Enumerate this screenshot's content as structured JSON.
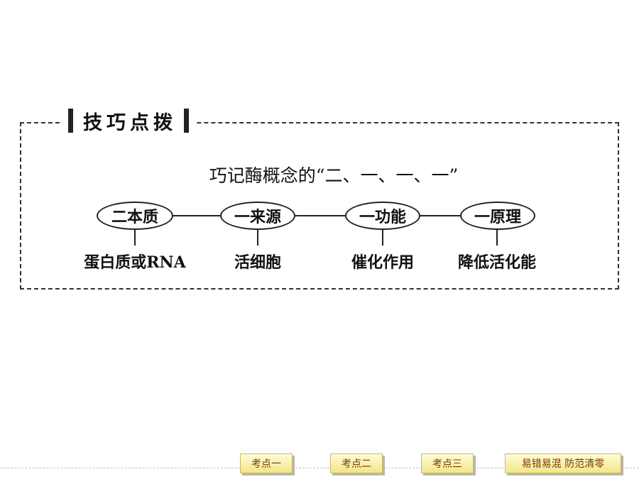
{
  "section_title": "技巧点拨",
  "heading": {
    "main": "巧记酶概念的“二、一、一、一”"
  },
  "concepts": [
    {
      "label": "二本质",
      "value": "蛋白质或RNA"
    },
    {
      "label": "一来源",
      "value": "活细胞"
    },
    {
      "label": "一功能",
      "value": "催化作用"
    },
    {
      "label": "一原理",
      "value": "降低活化能"
    }
  ],
  "nav": {
    "btn1": "考点一",
    "btn2": "考点二",
    "btn3": "考点三",
    "btn4": "易错易混  防范清零"
  }
}
